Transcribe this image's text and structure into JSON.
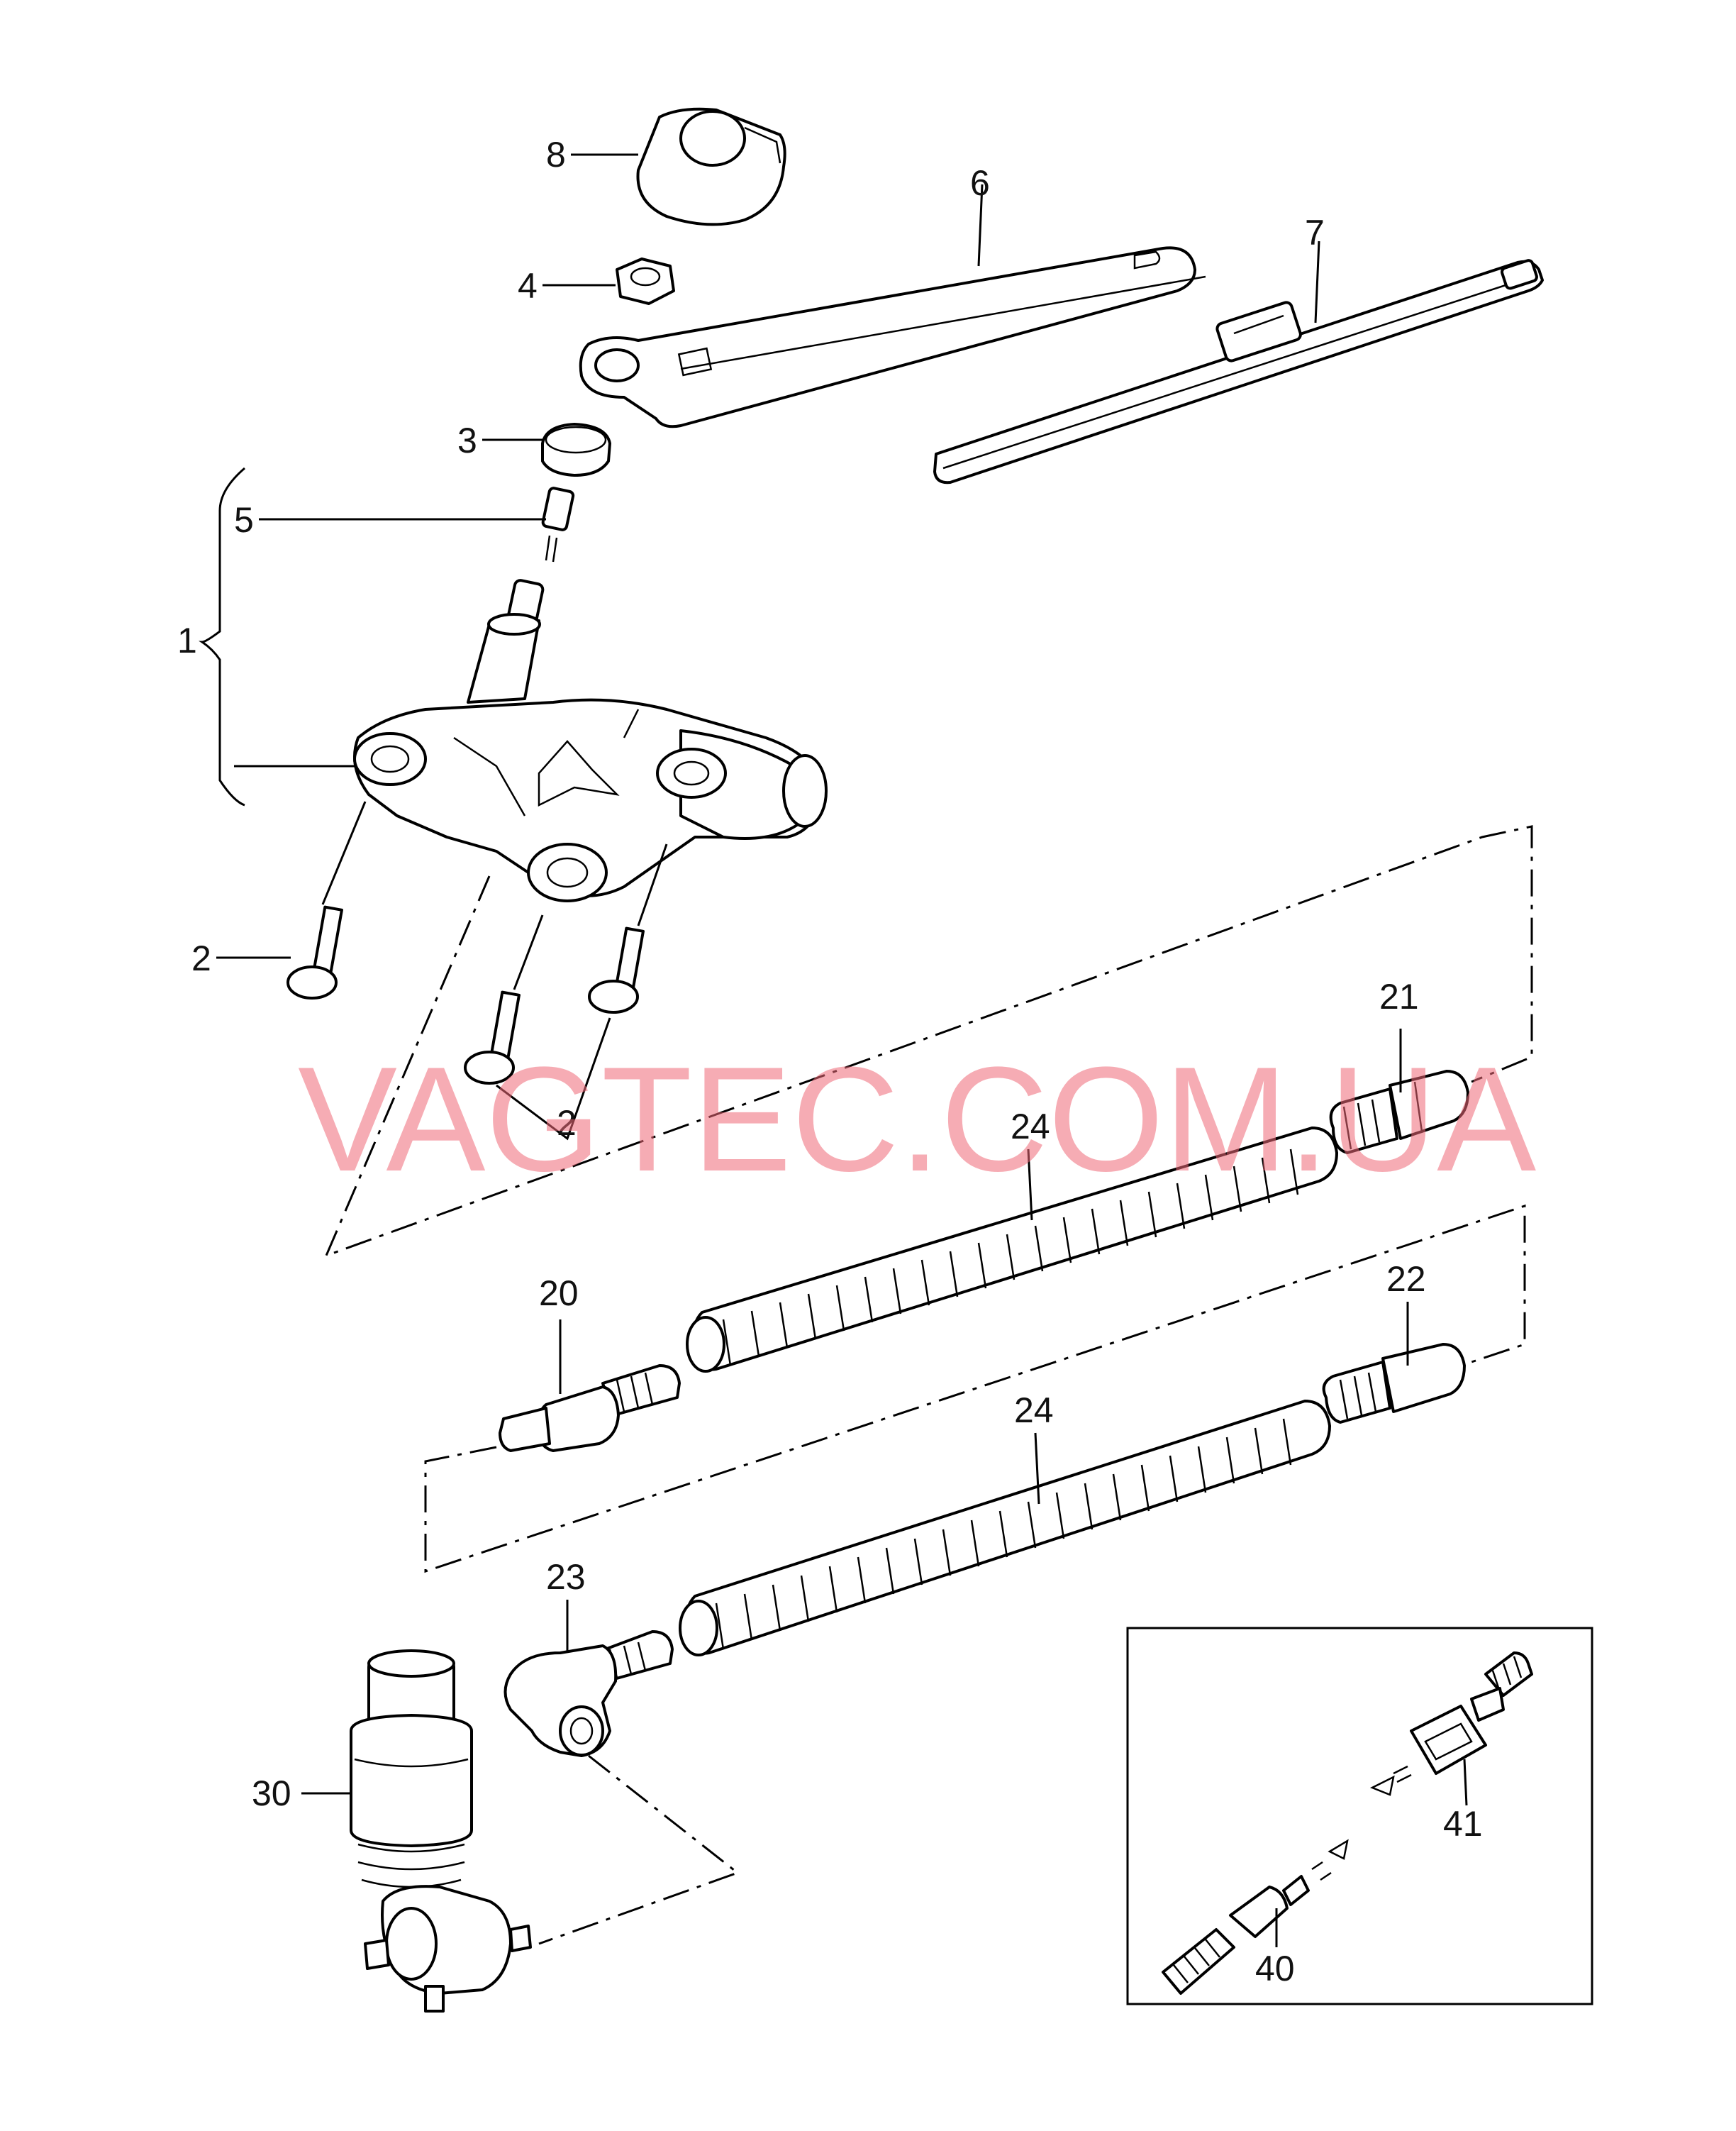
{
  "watermark": {
    "text": "VAGTEC.COM.UA",
    "color": "#f06a78"
  },
  "callouts": {
    "c1": "1",
    "c2a": "2",
    "c2b": "2",
    "c3": "3",
    "c4": "4",
    "c5": "5",
    "c6": "6",
    "c7": "7",
    "c8": "8",
    "c20": "20",
    "c21": "21",
    "c22": "22",
    "c23": "23",
    "c24a": "24",
    "c24b": "24",
    "c30": "30",
    "c40": "40",
    "c41": "41"
  },
  "icons": [
    "cap-icon",
    "nut-icon",
    "seal-icon",
    "spindle-icon",
    "wiper-arm-icon",
    "wiper-blade-icon",
    "wiper-motor-icon",
    "bolt-icon",
    "connector-icon",
    "hose-icon",
    "elbow-connector-icon",
    "washer-pump-icon"
  ]
}
